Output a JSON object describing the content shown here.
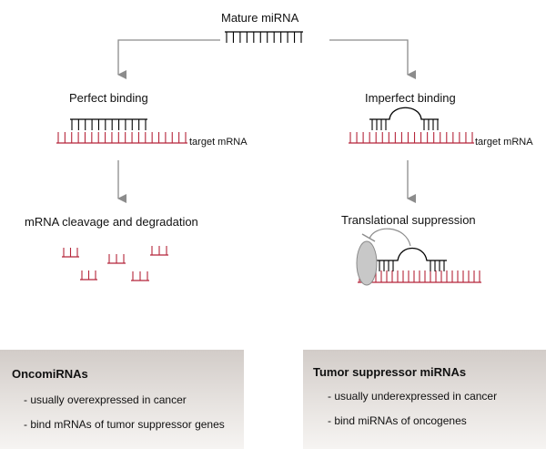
{
  "top": {
    "title": "Mature miRNA"
  },
  "left_path": {
    "binding_label": "Perfect binding",
    "target_label": "target mRNA",
    "outcome_label": "mRNA cleavage and degradation"
  },
  "right_path": {
    "binding_label": "Imperfect binding",
    "target_label": "target mRNA",
    "outcome_label": "Translational suppression"
  },
  "boxes": [
    {
      "title": "OncomiRNAs",
      "items": [
        "- usually overexpressed in cancer",
        "- bind mRNAs of tumor suppressor genes"
      ]
    },
    {
      "title": "Tumor suppressor miRNAs",
      "items": [
        "- usually underexpressed in cancer",
        "- bind miRNAs of oncogenes"
      ]
    }
  ],
  "colors": {
    "mirna": "#000000",
    "mrna": "#b5253a",
    "arrow": "#8c8c8c",
    "ribosome": "#c8c8c8"
  }
}
